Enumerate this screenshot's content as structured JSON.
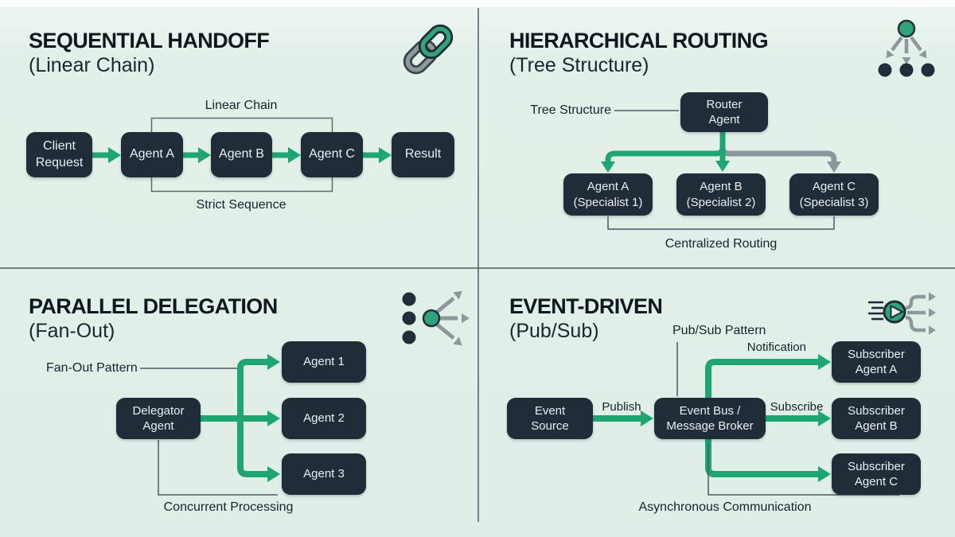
{
  "palette": {
    "background": "#e3f0e9",
    "accent_green": "#1ea572",
    "node_bg": "#202c38",
    "node_text": "#e9eff3",
    "gray_arrow": "#8a959c",
    "thin_line": "#4c5a60",
    "divider": "#5a646b"
  },
  "q1": {
    "title": "SEQUENTIAL HANDOFF",
    "subtitle": "(Linear Chain)",
    "icon": "chain-link-icon",
    "labels": {
      "top": "Linear Chain",
      "bottom": "Strict Sequence"
    },
    "nodes": {
      "client": "Client\nRequest",
      "a": "Agent A",
      "b": "Agent B",
      "c": "Agent C",
      "result": "Result"
    }
  },
  "q2": {
    "title": "HIERARCHICAL ROUTING",
    "subtitle": "(Tree Structure)",
    "icon": "tree-structure-icon",
    "labels": {
      "left": "Tree Structure",
      "bottom": "Centralized Routing"
    },
    "nodes": {
      "router": "Router\nAgent",
      "a": "Agent A\n(Specialist 1)",
      "b": "Agent B\n(Specialist 2)",
      "c": "Agent C\n(Specialist 3)"
    }
  },
  "q3": {
    "title": "PARALLEL DELEGATION",
    "subtitle": "(Fan-Out)",
    "icon": "fan-out-icon",
    "labels": {
      "left": "Fan-Out Pattern",
      "bottom": "Concurrent Processing"
    },
    "nodes": {
      "delegator": "Delegator\nAgent",
      "a1": "Agent 1",
      "a2": "Agent 2",
      "a3": "Agent 3"
    }
  },
  "q4": {
    "title": "EVENT-DRIVEN",
    "subtitle": "(Pub/Sub)",
    "icon": "event-stream-icon",
    "labels": {
      "pattern": "Pub/Sub Pattern",
      "notification": "Notification",
      "publish": "Publish",
      "subscribe": "Subscribe",
      "bottom": "Asynchronous Communication"
    },
    "nodes": {
      "source": "Event\nSource",
      "bus": "Event Bus /\nMessage Broker",
      "subA": "Subscriber\nAgent A",
      "subB": "Subscriber\nAgent B",
      "subC": "Subscriber\nAgent C"
    }
  }
}
